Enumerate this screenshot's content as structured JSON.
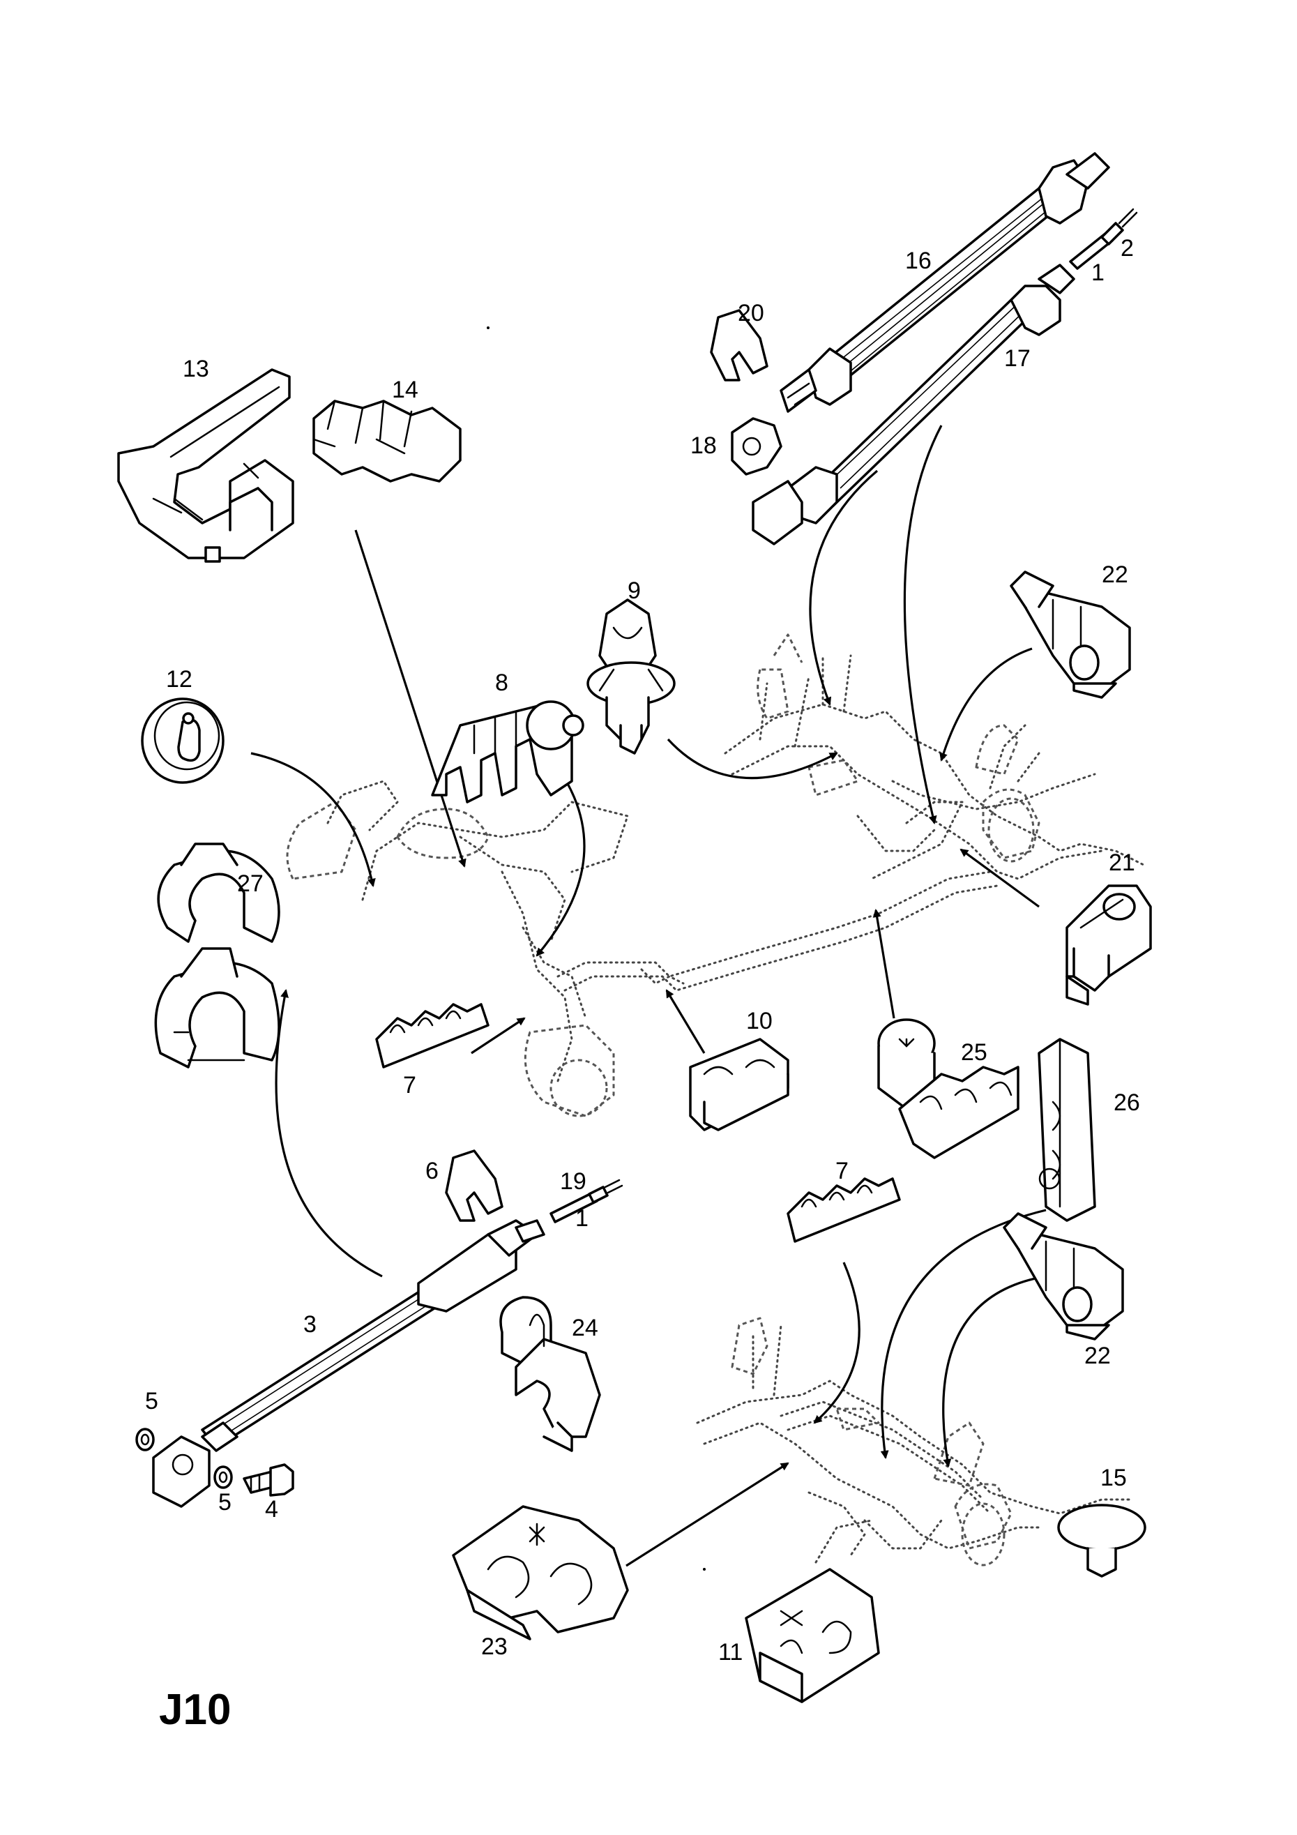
{
  "diagram": {
    "code": "J10",
    "callouts": [
      {
        "id": "c1a",
        "text": "1"
      },
      {
        "id": "c1b",
        "text": "1"
      },
      {
        "id": "c2",
        "text": "2"
      },
      {
        "id": "c3",
        "text": "3"
      },
      {
        "id": "c4",
        "text": "4"
      },
      {
        "id": "c5a",
        "text": "5"
      },
      {
        "id": "c5b",
        "text": "5"
      },
      {
        "id": "c6",
        "text": "6"
      },
      {
        "id": "c7a",
        "text": "7"
      },
      {
        "id": "c7b",
        "text": "7"
      },
      {
        "id": "c8",
        "text": "8"
      },
      {
        "id": "c9",
        "text": "9"
      },
      {
        "id": "c10",
        "text": "10"
      },
      {
        "id": "c11",
        "text": "11"
      },
      {
        "id": "c12",
        "text": "12"
      },
      {
        "id": "c13",
        "text": "13"
      },
      {
        "id": "c14",
        "text": "14"
      },
      {
        "id": "c15",
        "text": "15"
      },
      {
        "id": "c16",
        "text": "16"
      },
      {
        "id": "c17",
        "text": "17"
      },
      {
        "id": "c18",
        "text": "18"
      },
      {
        "id": "c19",
        "text": "19"
      },
      {
        "id": "c20",
        "text": "20"
      },
      {
        "id": "c21",
        "text": "21"
      },
      {
        "id": "c22a",
        "text": "22"
      },
      {
        "id": "c22b",
        "text": "22"
      },
      {
        "id": "c23",
        "text": "23"
      },
      {
        "id": "c24",
        "text": "24"
      },
      {
        "id": "c25",
        "text": "25"
      },
      {
        "id": "c26",
        "text": "26"
      },
      {
        "id": "c27",
        "text": "27"
      }
    ]
  }
}
